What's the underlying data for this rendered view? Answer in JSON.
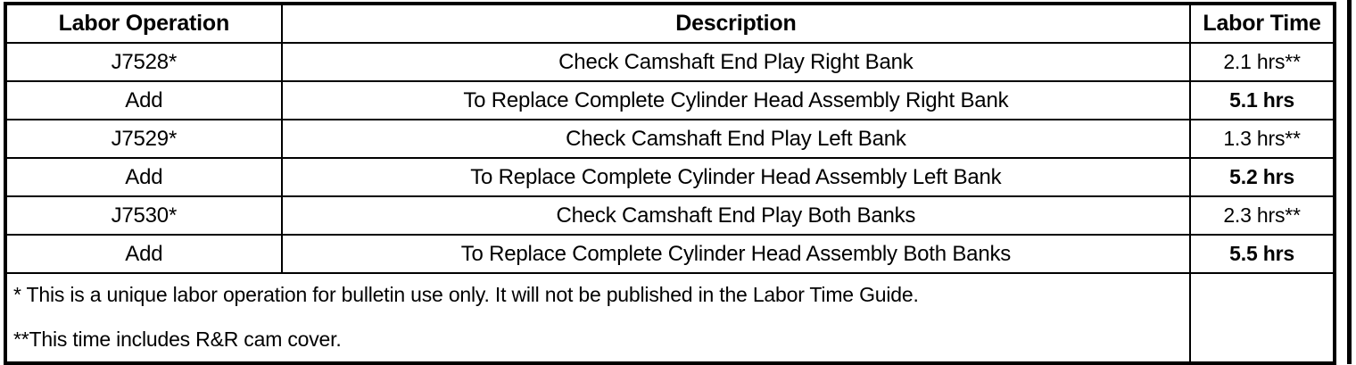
{
  "table": {
    "headers": {
      "labor_operation": "Labor Operation",
      "description": "Description",
      "labor_time": "Labor Time"
    },
    "rows": [
      {
        "labor_operation": "J7528*",
        "description": "Check Camshaft End Play Right Bank",
        "labor_time": "2.1 hrs**"
      },
      {
        "labor_operation": "Add",
        "description": "To Replace Complete Cylinder Head Assembly Right Bank",
        "labor_time": "5.1 hrs"
      },
      {
        "labor_operation": "J7529*",
        "description": "Check Camshaft End Play Left Bank",
        "labor_time": "1.3 hrs**"
      },
      {
        "labor_operation": "Add",
        "description": "To Replace Complete Cylinder Head Assembly Left Bank",
        "labor_time": "5.2 hrs"
      },
      {
        "labor_operation": "J7530*",
        "description": "Check Camshaft End Play Both Banks",
        "labor_time": "2.3 hrs**"
      },
      {
        "labor_operation": "Add",
        "description": "To Replace Complete Cylinder Head Assembly Both Banks",
        "labor_time": "5.5 hrs"
      }
    ],
    "footnotes": {
      "line1": "* This is a unique labor operation for bulletin use only. It will not be published in the Labor Time Guide.",
      "line2": "**This time includes R&R cam cover.",
      "labor_time_cell": ""
    }
  },
  "colors": {
    "border": "#000000",
    "text": "#000000",
    "background": "#ffffff"
  }
}
